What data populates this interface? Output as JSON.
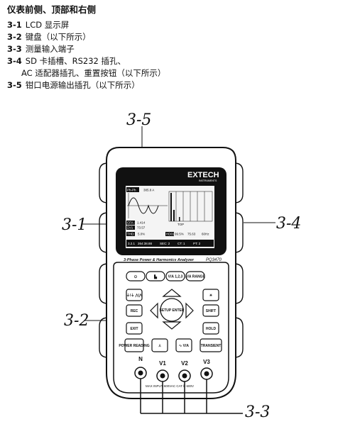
{
  "heading": "仪表前侧、顶部和右侧",
  "items": [
    {
      "num": "3-1",
      "text": "LCD 显示屏"
    },
    {
      "num": "3-2",
      "text": "键盘（以下所示）"
    },
    {
      "num": "3-3",
      "text": "测量输入端子"
    },
    {
      "num": "3-4",
      "text": "SD 卡插槽、RS232 插孔、"
    },
    {
      "num": "",
      "text": "AC 适配器插孔、重置按钮（以下所示）"
    },
    {
      "num": "3-5",
      "text": "钳口电源输出插孔（以下所示）"
    }
  ],
  "figure": {
    "callouts": [
      "3-5",
      "3-1",
      "3-4",
      "3-2",
      "3-3"
    ],
    "brand": "EXTECH",
    "brand_sub": "INSTRUMENTS",
    "model_label": "3-Phase Power & Harmonics Analyzer",
    "model": "PQ3470",
    "lcd": {
      "mode": "Ph-Ph",
      "range": "385.8 A",
      "cf_label": "CFA :",
      "cf_value": "1.414",
      "v1": "ΣV1",
      "v1_value": "73.57",
      "thd_label": "THD:",
      "thd_value": "5.0%",
      "hd_label": "HD01",
      "hd_value": "99.5%",
      "hz_value": "75.63",
      "freq_value": "60Hz",
      "top_label": "TOP",
      "bottom_bar": [
        "3.2.1",
        "264:38.88",
        "SEC: 2",
        "CT: 1",
        "PT: 2"
      ]
    },
    "keys": {
      "row1": [
        "⏻",
        "▙",
        "V/A 1,2,3",
        "V/A RANGE"
      ],
      "left": [
        "⏚/⏚ ⋀/⋀",
        "REC",
        "EXIT",
        "POWER READING"
      ],
      "center": "SETUP ENTER",
      "right": [
        "☀",
        "SHIFT",
        "HOLD",
        "TRANSIENT"
      ],
      "bottom": [
        "⅄",
        "∿ V/A"
      ]
    },
    "jacks": [
      "N",
      "V1",
      "V2",
      "V3"
    ],
    "rating": "MAX INPUT 600VAC CAT Ⅲ 600V"
  }
}
